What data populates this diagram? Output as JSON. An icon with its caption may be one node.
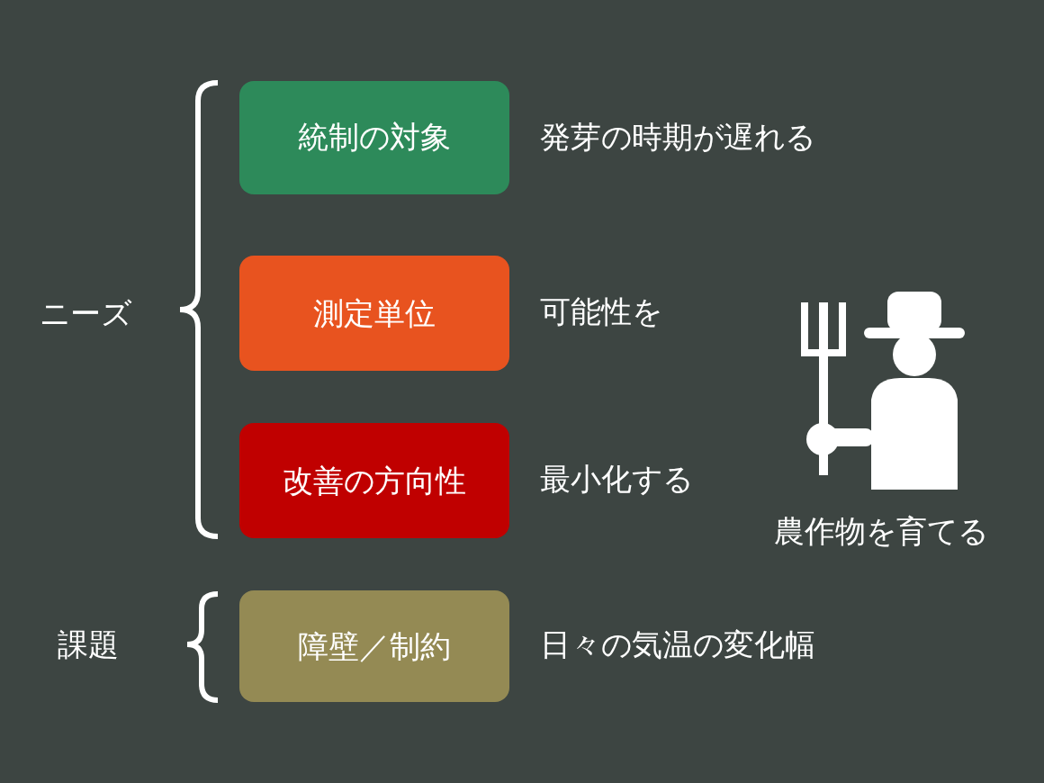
{
  "diagram": {
    "nodes": [
      {
        "text": [
          "統制の対象"
        ],
        "beside": [
          "発芽の時期が遅れる"
        ]
      },
      {
        "text": [
          "測定単位"
        ],
        "beside": [
          "可能性を"
        ]
      },
      {
        "text": [
          "改善の方向性"
        ],
        "beside": [
          "最小化する"
        ]
      },
      {
        "text": [
          "障壁／制約"
        ],
        "beside": [
          "日々の気温の変化幅"
        ]
      }
    ],
    "edges": [],
    "labels": [
      "ニーズ",
      "課題",
      "農作物を育てる"
    ]
  }
}
